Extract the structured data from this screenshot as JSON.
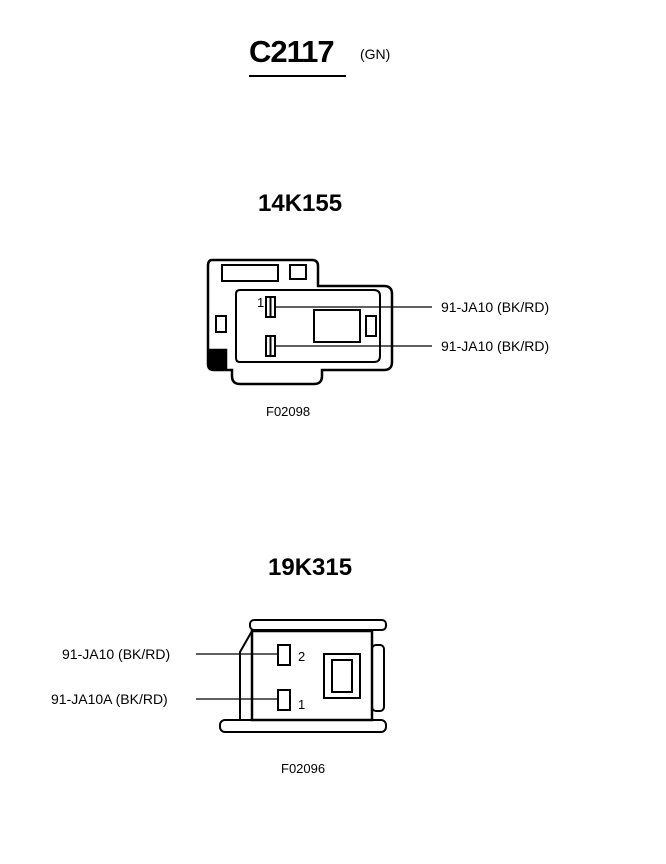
{
  "header": {
    "title": "C2117",
    "color_code": "(GN)"
  },
  "connectors": [
    {
      "id": "14K155",
      "figure": "F02098",
      "pin_number": "1",
      "wires": [
        "91-JA10 (BK/RD)",
        "91-JA10 (BK/RD)"
      ]
    },
    {
      "id": "19K315",
      "figure": "F02096",
      "pin_numbers": [
        "2",
        "1"
      ],
      "wires": [
        "91-JA10 (BK/RD)",
        "91-JA10A (BK/RD)"
      ]
    }
  ]
}
